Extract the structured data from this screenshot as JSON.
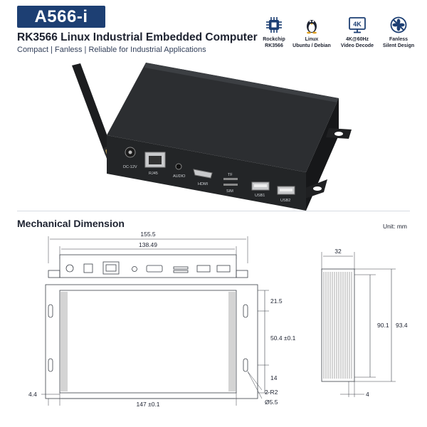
{
  "header": {
    "model": "A566-i",
    "title": "RK3566 Linux Industrial Embedded Computer",
    "tagline": "Compact  |  Fanless  |  Reliable for Industrial Applications"
  },
  "features": [
    {
      "icon": "chip-icon",
      "line1": "Rockchip",
      "line2": "RK3566"
    },
    {
      "icon": "linux-penguin-icon",
      "line1": "Linux",
      "line2": "Ubuntu / Debian"
    },
    {
      "icon": "4k-display-icon",
      "icon_text": "4K",
      "line1": "4K@60Hz",
      "line2": "Video Decode"
    },
    {
      "icon": "no-fan-icon",
      "line1": "Fanless",
      "line2": "Silent Design"
    }
  ],
  "ports": {
    "dc": "DC-12V",
    "rj45": "RJ45",
    "audio": "AUDIO",
    "hdmi": "HDMI",
    "tf": "TF",
    "sim": "SIM",
    "usb1": "USB1",
    "usb2": "USB2"
  },
  "mechanical": {
    "heading": "Mechanical Dimension",
    "unit": "Unit: mm",
    "dims": {
      "overall_width": "155.5",
      "inner_width": "138.49",
      "body_length": "147 ±0.1",
      "margin_left": "4.4",
      "top_offset": "21.5",
      "hole_spacing": "50.4 ±0.1",
      "bottom_offset": "14",
      "corner_radius": "2-R2",
      "hole_diameter": "Ø5.5",
      "side_depth": "32",
      "side_height_inner": "90.1",
      "side_height_outer": "93.4",
      "side_margin": "4"
    }
  },
  "colors": {
    "badge": "#1d3f73",
    "text": "#1d2230",
    "device": "#222426",
    "line": "#3a3f47"
  }
}
